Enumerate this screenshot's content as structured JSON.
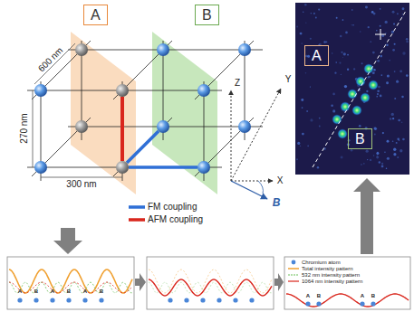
{
  "diagram": {
    "nodes": [
      {
        "text": [
          "A"
        ]
      },
      {
        "text": [
          "B"
        ]
      },
      {
        "text": [
          "A"
        ]
      },
      {
        "text": [
          "B"
        ]
      }
    ],
    "labels": [
      "600 nm",
      "270 nm",
      "300 nm",
      "Z",
      "Y",
      "X",
      "B",
      "A",
      "B",
      "A",
      "B",
      "A",
      "B",
      "A",
      "B",
      "A",
      "B"
    ],
    "legend": [
      {
        "text": "FM coupling"
      },
      {
        "text": "AFM coupling"
      },
      {
        "text": "Chromium atom"
      },
      {
        "text": "Total intensity pattern"
      },
      {
        "text": "532 nm intensity pattern"
      },
      {
        "text": "1064 nm intensity pattern"
      }
    ]
  }
}
